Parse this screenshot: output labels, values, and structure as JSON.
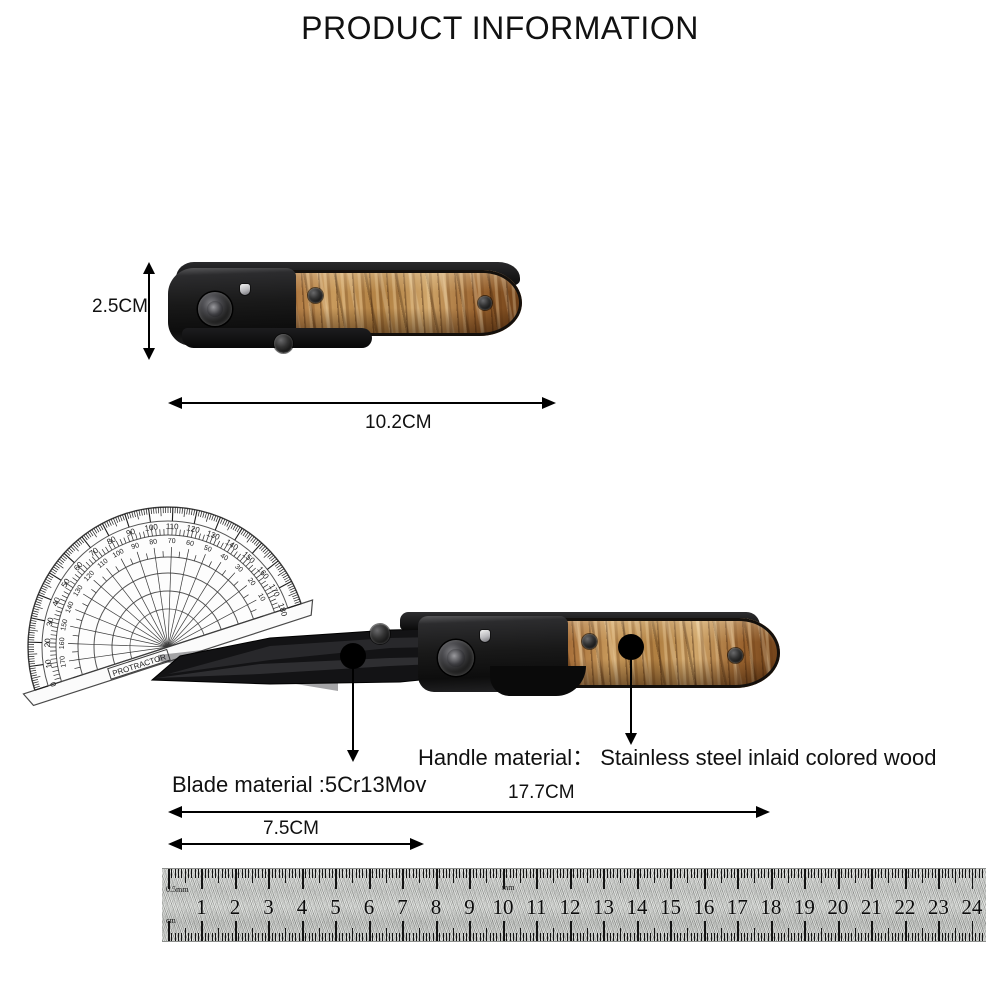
{
  "page": {
    "title": "PRODUCT INFORMATION",
    "background_color": "#ffffff"
  },
  "closed_knife": {
    "name": "folding-knife-closed",
    "height_label": "2.5CM",
    "length_label": "10.2CM"
  },
  "open_knife": {
    "name": "folding-knife-open",
    "blade_length_label": "7.5CM",
    "total_length_label": "17.7CM",
    "blade_material_label": "Blade material :5Cr13Mov",
    "handle_material_label": "Handle material： Stainless steel inlaid colored wood"
  },
  "protractor": {
    "name": "protractor-tool",
    "degree_ticks": [
      0,
      10,
      20,
      30,
      40,
      50,
      60,
      70,
      80,
      90,
      100,
      110,
      120,
      130,
      140,
      150,
      160,
      170,
      180
    ],
    "inner_ticks": [
      10,
      20,
      30,
      40,
      50,
      60,
      70,
      80,
      90,
      100,
      110,
      120,
      130,
      140,
      150,
      160,
      170
    ],
    "brand_text": "PROTRACTOR"
  },
  "ruler": {
    "name": "steel-ruler",
    "unit_label_top": "0.5mm",
    "unit_label_mm": "mm",
    "unit_label_cm": "cm",
    "numbers": [
      1,
      2,
      3,
      4,
      5,
      6,
      7,
      8,
      9,
      10,
      11,
      12,
      13,
      14,
      15,
      16,
      17,
      18,
      19,
      20,
      21,
      22,
      23,
      24
    ]
  },
  "colors": {
    "wood_base": "#a8703a",
    "wood_light": "#cfa569",
    "wood_dark": "#6b3d16",
    "steel_black": "#131313",
    "ruler_metal": "#c9ccc8",
    "text": "#111111"
  }
}
